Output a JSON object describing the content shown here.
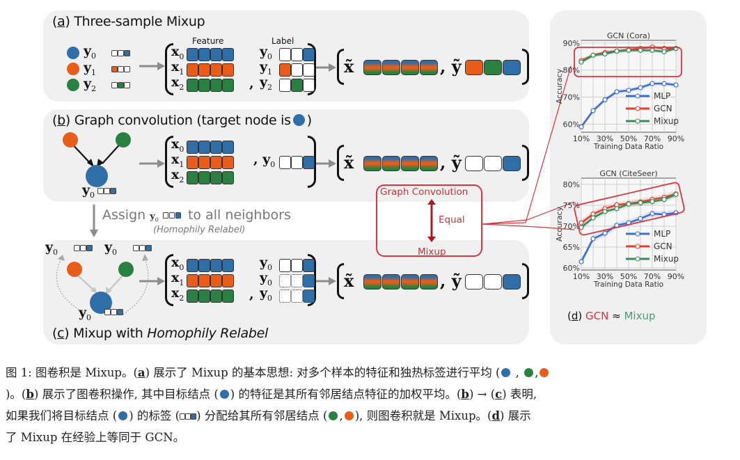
{
  "colors": {
    "blue": "#2f6ea6",
    "orange": "#e85d1a",
    "green": "#2a8040",
    "panel_bg": "#f0f0f0",
    "red_highlight": "#d9363e",
    "mixup_text": "#4a9a78",
    "arrow_gray": "#8c8c8c"
  },
  "panel_a": {
    "letter": "a",
    "title": "Three-sample Mixup",
    "feature_header": "Feature",
    "label_header": "Label",
    "samples": [
      {
        "y": "y",
        "sub": "0",
        "color": "blue",
        "onehot": [
          0,
          0,
          1
        ]
      },
      {
        "y": "y",
        "sub": "1",
        "color": "orange",
        "onehot": [
          1,
          0,
          0
        ]
      },
      {
        "y": "y",
        "sub": "2",
        "color": "green",
        "onehot": [
          0,
          1,
          0
        ]
      }
    ],
    "x_rows": [
      "x0",
      "x1",
      "x2"
    ],
    "x_subs": [
      "0",
      "1",
      "2"
    ],
    "mixed_x": "x̃",
    "mixed_y": "ỹ",
    "mixed_y_colors": [
      "orange",
      "green",
      "blue"
    ]
  },
  "panel_b": {
    "letter": "b",
    "title_pre": "Graph convolution (target node is",
    "title_post": ")",
    "target_label": "y",
    "target_sub": "0",
    "label_onehot": [
      0,
      0,
      1
    ]
  },
  "assign_text": {
    "pre": "Assign",
    "y": "y",
    "sub": "0",
    "post": "to all neighbors",
    "sub_note": "(Homophily Relabel)"
  },
  "panel_c": {
    "letter": "c",
    "title_pre": "Mixup with",
    "title_italic": "Homophily Relabel"
  },
  "equal_box": {
    "top": "Graph Convolution",
    "middle": "Equal",
    "bottom": "Mixup"
  },
  "panel_d": {
    "letter": "d",
    "gcn": "GCN",
    "approx": "≈",
    "mixup": "Mixup"
  },
  "chart_data": [
    {
      "type": "line",
      "title": "GCN (Cora)",
      "xlabel": "Training Data Ratio",
      "ylabel": "Accuracy",
      "x": [
        10,
        20,
        30,
        40,
        50,
        60,
        70,
        80,
        90
      ],
      "xticks": [
        "10%",
        "30%",
        "50%",
        "70%",
        "90%"
      ],
      "yticks": [
        "60%",
        "70%",
        "80%",
        "90%"
      ],
      "ylim": [
        57,
        91
      ],
      "grid": true,
      "legend_position": "lower-right",
      "series": [
        {
          "name": "MLP",
          "color": "#3b6fd4",
          "values": [
            59.0,
            65.0,
            69.0,
            72.0,
            72.5,
            73.5,
            75.0,
            75.0,
            74.5
          ]
        },
        {
          "name": "GCN",
          "color": "#e0412f",
          "values": [
            83.5,
            85.5,
            86.5,
            87.0,
            87.5,
            88.0,
            88.5,
            88.0,
            88.0
          ]
        },
        {
          "name": "Mixup",
          "color": "#3a8a5c",
          "values": [
            83.0,
            85.5,
            86.0,
            87.0,
            87.3,
            87.3,
            87.3,
            86.8,
            88.0
          ]
        }
      ]
    },
    {
      "type": "line",
      "title": "GCN (CiteSeer)",
      "xlabel": "Training Data Ratio",
      "ylabel": "Accuracy",
      "x": [
        10,
        20,
        30,
        40,
        50,
        60,
        70,
        80,
        90
      ],
      "xticks": [
        "10%",
        "30%",
        "50%",
        "70%",
        "90%"
      ],
      "yticks": [
        "60%",
        "65%",
        "70%",
        "75%",
        "80%"
      ],
      "ylim": [
        59.5,
        81.5
      ],
      "grid": true,
      "legend_position": "lower-right",
      "series": [
        {
          "name": "MLP",
          "color": "#3b6fd4",
          "values": [
            61.5,
            67.0,
            68.3,
            70.2,
            70.8,
            71.8,
            73.0,
            72.8,
            73.2
          ]
        },
        {
          "name": "GCN",
          "color": "#e0412f",
          "values": [
            70.8,
            72.9,
            74.2,
            75.1,
            75.4,
            75.8,
            76.4,
            76.9,
            77.7
          ]
        },
        {
          "name": "Mixup",
          "color": "#3a8a5c",
          "values": [
            69.7,
            72.0,
            73.5,
            74.2,
            75.3,
            75.6,
            75.9,
            76.4,
            77.6
          ]
        }
      ]
    }
  ],
  "caption": {
    "line1_pre": "图 1: 图卷积是 Mixup。(",
    "a": "a",
    "line1_mid": ") 展示了 Mixup 的基本思想: 对多个样本的特征和独热标签进行平均 (",
    "line2_pre": ")。(",
    "b": "b",
    "line2_mid": ") 展示了图卷积操作, 其中目标结点 (",
    "line2_mid2": ") 的特征是其所有邻居结点特征的加权平均。(",
    "line2_b2": "b",
    "line2_arrow": ") → (",
    "c": "c",
    "line2_end": ") 表明,",
    "line3_pre": "如果我们将目标结点 (",
    "line3_mid": ") 的标签 (",
    "line3_mid2": ") 分配给其所有邻居结点 (",
    "line3_end": "), 则图卷积就是 Mixup。(",
    "d": "d",
    "line3_tail": ") 展示",
    "line4": "了 Mixup 在经验上等同于 GCN。"
  }
}
